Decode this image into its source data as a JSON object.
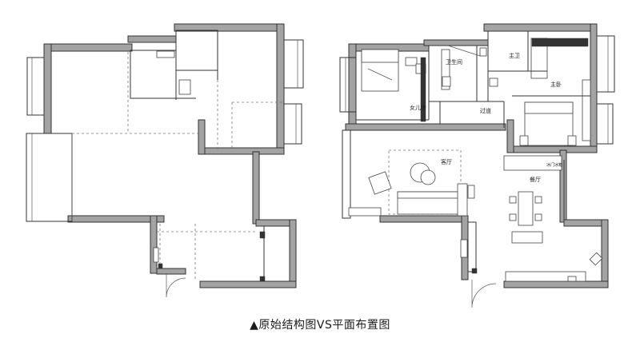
{
  "caption": "▲原始结构图VS平面布置图",
  "room_labels": {
    "master_bath": "主卫",
    "guest_bath": "卫生间",
    "master_bedroom": "主卧",
    "daughter_room": "女儿房",
    "corridor": "过道",
    "living_room": "客厅",
    "dining_room": "餐厅",
    "fridge_cabinet": "冰门冰箱"
  }
}
